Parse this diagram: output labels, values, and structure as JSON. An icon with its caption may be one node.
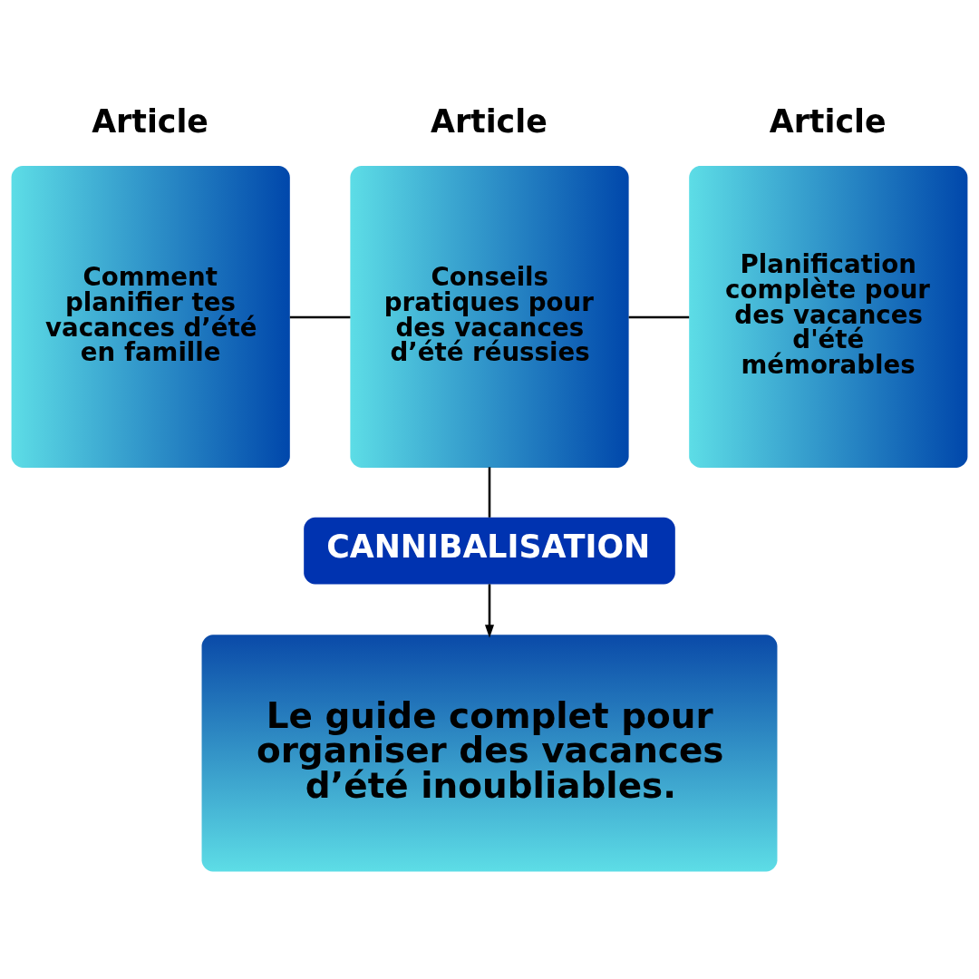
{
  "diagram": {
    "nodes": [
      {
        "text": [
          "Article",
          "Comment planifier tes vacances d’été en famille"
        ]
      },
      {
        "text": [
          "Article",
          "Conseils pratiques pour des vacances d’été réussies"
        ]
      },
      {
        "text": [
          "Article",
          "Planification complète pour des vacances d'été mémorables"
        ]
      },
      {
        "text": [
          "CANNIBALISATION"
        ]
      },
      {
        "text": [
          "Le guide complet pour organiser des vacances d’été inoubliables."
        ]
      }
    ],
    "edges": [
      {
        "from": 0,
        "to": 1,
        "arrow": "none"
      },
      {
        "from": 1,
        "to": 2,
        "arrow": "none"
      },
      {
        "from": 1,
        "to": 3,
        "arrow": "none"
      },
      {
        "from": 3,
        "to": 4,
        "arrow": "to"
      }
    ]
  }
}
